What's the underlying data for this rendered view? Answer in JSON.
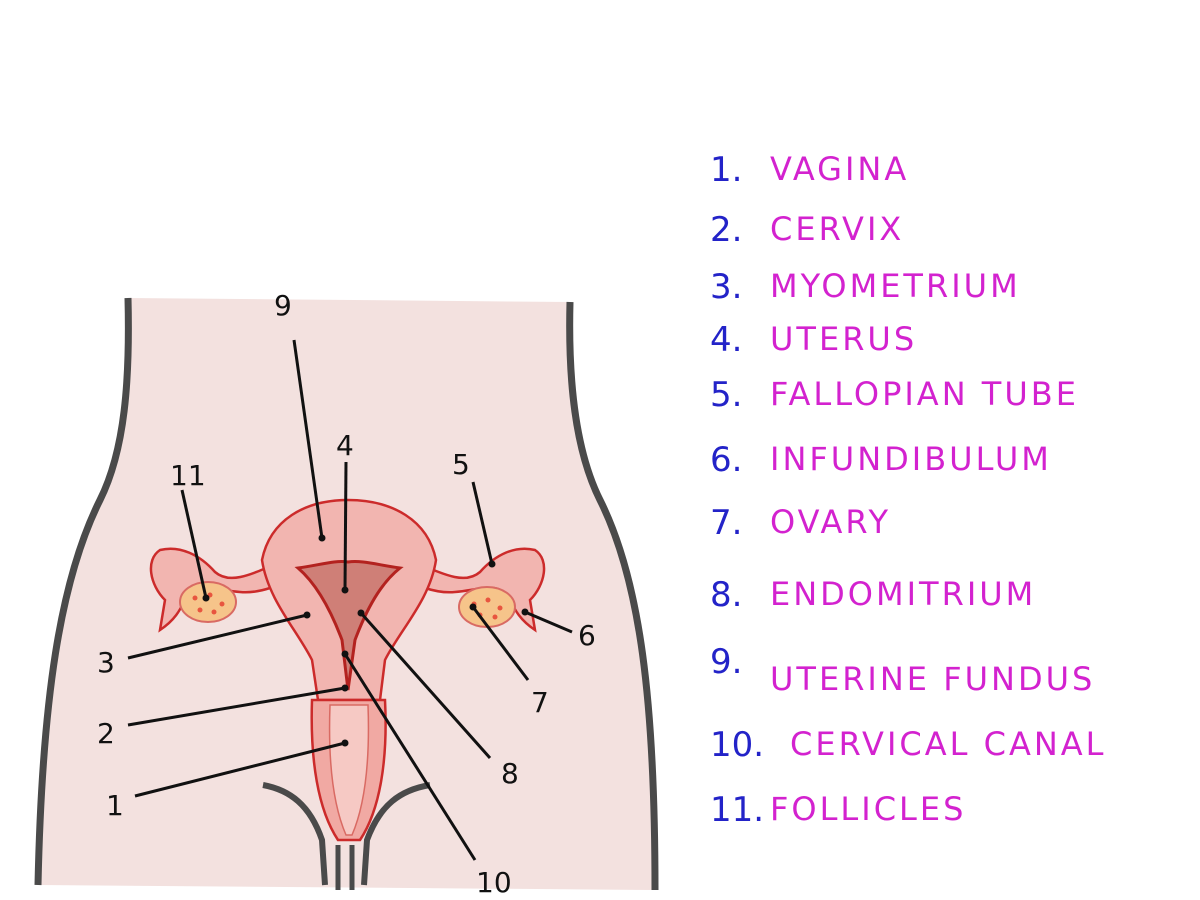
{
  "colors": {
    "number_color": "#2323c8",
    "term_color": "#d322cf",
    "body_fill": "#f3e1df",
    "organ_fill": "#f2b5b0",
    "organ_outline": "#cc2b2b",
    "ovary_fill": "#f6c48a"
  },
  "diagram_labels": {
    "l1": "1",
    "l2": "2",
    "l3": "3",
    "l4": "4",
    "l5": "5",
    "l6": "6",
    "l7": "7",
    "l8": "8",
    "l9": "9",
    "l10": "10",
    "l11": "11"
  },
  "legend": [
    {
      "number": "1.",
      "term": "Vagina"
    },
    {
      "number": "2.",
      "term": "Cervix"
    },
    {
      "number": "3.",
      "term": "myometrium"
    },
    {
      "number": "4.",
      "term": "uterus"
    },
    {
      "number": "5.",
      "term": "Fallopian tube"
    },
    {
      "number": "6.",
      "term": "Infundibulum"
    },
    {
      "number": "7.",
      "term": "Ovary"
    },
    {
      "number": "8.",
      "term": "Endomitrium"
    },
    {
      "number": "9.",
      "term": "Uterine Fundus"
    },
    {
      "number": "10.",
      "term": "cervical canal"
    },
    {
      "number": "11.",
      "term": "Follicles"
    }
  ]
}
